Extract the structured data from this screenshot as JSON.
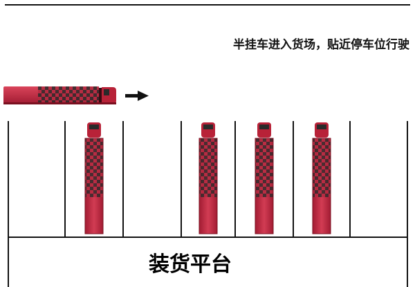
{
  "caption": "半挂车进入货场，贴近停车位行驶",
  "platform_label": "装货平台",
  "colors": {
    "truck_red": "#c8344a",
    "truck_dark": "#7a1020",
    "checker_dark": "#2a2a2a",
    "line": "#111111"
  },
  "icons": {
    "moving_truck": "semi-truck-side-icon",
    "direction": "arrow-right-icon",
    "parked_truck": "semi-truck-top-icon"
  },
  "parking": {
    "slot_count": 7,
    "occupied_slots": [
      1,
      3,
      4,
      5
    ]
  }
}
